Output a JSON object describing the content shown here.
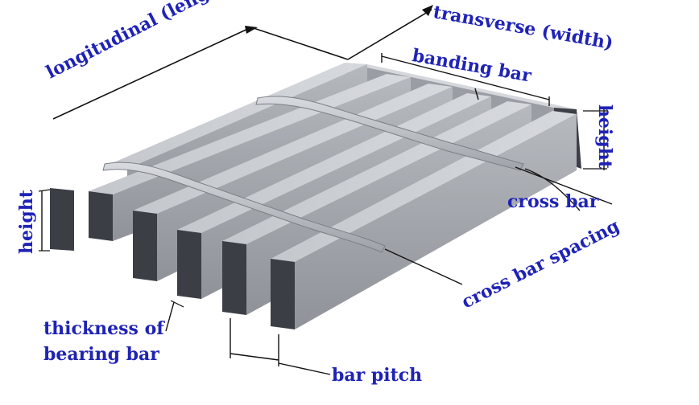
{
  "labels": {
    "longitudinal": "longitudinal (length)",
    "transverse": "transverse (width)",
    "banding_bar": "banding bar",
    "height_left": "height",
    "height_right": "height",
    "cross_bar": "cross bar",
    "cross_bar_spacing": "cross bar spacing",
    "thickness": "thickness of",
    "bearing_bar": "bearing bar",
    "bar_pitch": "bar pitch"
  },
  "colors": {
    "label_text": "#1f23b5",
    "bar_top": "#c9cdd2",
    "bar_side": "#a9adb3",
    "bar_end": "#3b3f45",
    "line": "#111111"
  }
}
